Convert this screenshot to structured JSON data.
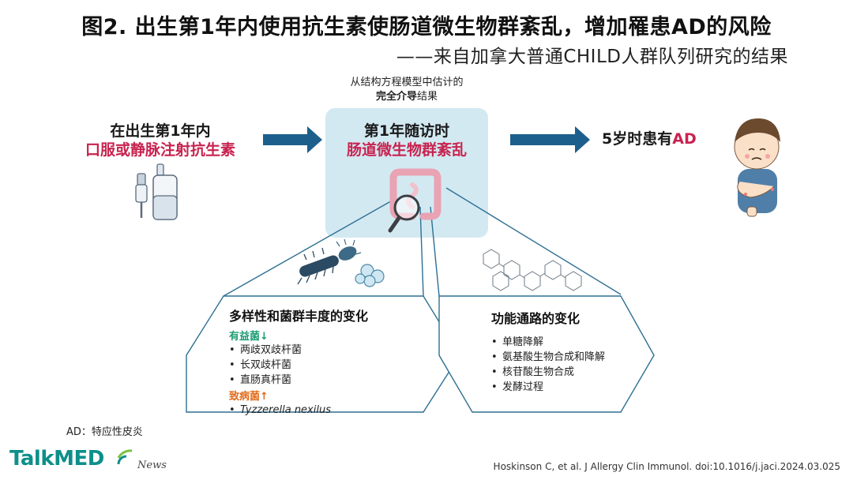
{
  "title": "图2. 出生第1年内使用抗生素使肠道微生物群紊乱，增加罹患AD的风险",
  "subtitle": "——来自加拿大普通CHILD人群队列研究的结果",
  "model_note": {
    "line1": "从结构方程模型中估计的",
    "line2_bold": "完全介导",
    "line2_rest": "结果"
  },
  "exposure": {
    "line1": "在出生第1年内",
    "line2": "口服或静脉注射抗生素"
  },
  "mediator": {
    "line1": "第1年随访时",
    "line2": "肠道微生物群紊乱"
  },
  "outcome": {
    "prefix": "5岁时患有",
    "highlight": "AD"
  },
  "diversity_panel": {
    "heading": "多样性和菌群丰度的变化",
    "beneficial_label": "有益菌↓",
    "beneficial_items": [
      "两歧双歧杆菌",
      "长双歧杆菌",
      "直肠真杆菌"
    ],
    "pathogen_label": "致病菌↑",
    "pathogen_items": [
      "Tyzzerella nexilus"
    ]
  },
  "function_panel": {
    "heading": "功能通路的变化",
    "items": [
      "单糖降解",
      "氨基酸生物合成和降解",
      "核苷酸生物合成",
      "发酵过程"
    ]
  },
  "footnote": "AD：特应性皮炎",
  "citation": "Hoskinson C, et al. J Allergy Clin Immunol. doi:10.1016/j.jaci.2024.03.025",
  "logo": {
    "brand": "TalkMED",
    "tag": "News"
  },
  "colors": {
    "arrow": "#1c5f8c",
    "highlight_red": "#c8234f",
    "beneficial_green": "#1c9c74",
    "pathogen_orange": "#e06b1c",
    "mediator_box": "#d3e9f2",
    "logo_teal": "#0d8f8a"
  },
  "icons": [
    "medicine-vial-icon",
    "gut-magnifier-icon",
    "bacteria-icon",
    "oligosaccharide-structure-icon",
    "child-scratching-icon"
  ]
}
